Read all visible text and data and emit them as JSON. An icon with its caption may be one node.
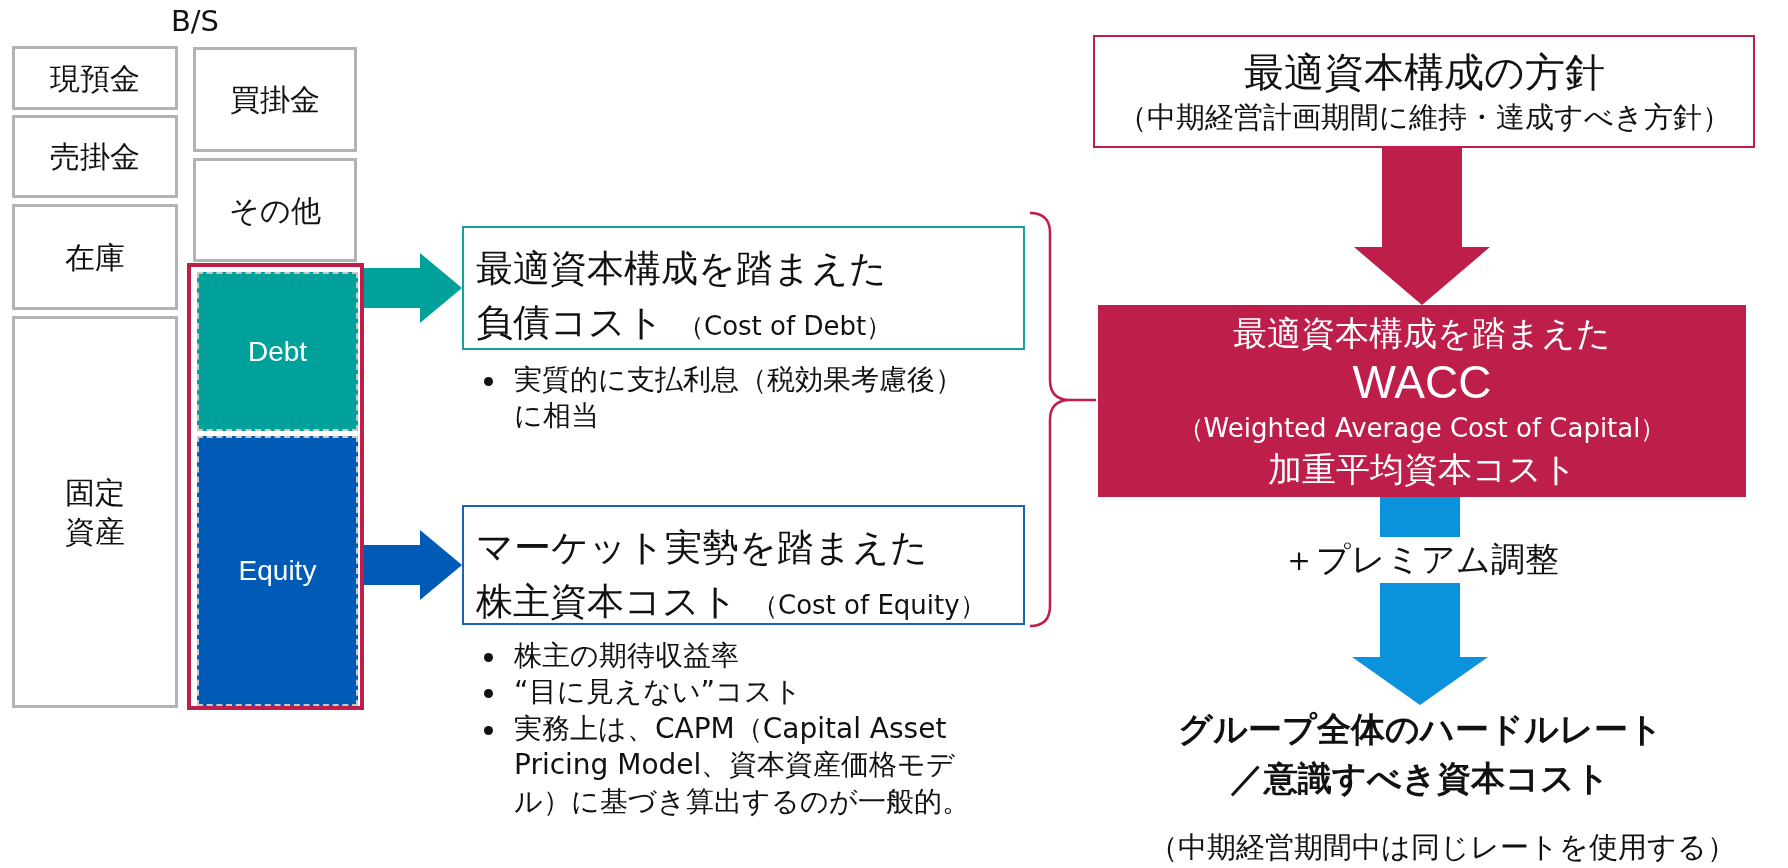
{
  "diagram": {
    "nodes": [
      {
        "text": [
          "現預金"
        ]
      },
      {
        "text": [
          "売掛金"
        ]
      },
      {
        "text": [
          "在庫"
        ]
      },
      {
        "text": [
          "固定資産"
        ]
      },
      {
        "text": [
          "買掛金"
        ]
      },
      {
        "text": [
          "その他"
        ]
      },
      {
        "text": [],
        "shape": "box"
      },
      {
        "text": [
          "Debt"
        ],
        "in": 6
      },
      {
        "text": [
          "Equity"
        ],
        "in": 6
      },
      {
        "text": [
          "最適資本構成を踏まえた負債コスト",
          "（Cost of Debt）"
        ],
        "beside": [
          "実質的に支払利息（税効果考慮後）に相当"
        ]
      },
      {
        "text": [
          "マーケット実勢を踏まえた株主資本コスト",
          "（Cost of Equity）"
        ],
        "beside": [
          "株主の期待収益率",
          "“目に見えない”コスト",
          "実務上は、CAPM（Capital Asset Pricing Model、資本資産価格モデル）に基づき算出するのが一般的。"
        ]
      },
      {
        "text": [
          "最適資本構成の方針",
          "（中期経営計画期間に維持・達成すべき方針）"
        ]
      },
      {
        "text": [
          "最適資本構成を踏まえた",
          "WACC",
          "（Weighted Average Cost of Capital）",
          "加重平均資本コスト"
        ]
      },
      {
        "text": [
          "グループ全体のハードルレート／意識すべき資本コスト"
        ],
        "beside": [
          "（中期経営期間中は同じレートを使用する）"
        ]
      }
    ],
    "edges": [
      {
        "from": 7,
        "to": 9,
        "arrow": "to",
        "color": "#00a19a"
      },
      {
        "from": 8,
        "to": 10,
        "arrow": "to",
        "color": "#005bb7"
      },
      {
        "from": 11,
        "to": 12,
        "arrow": "to",
        "style": "thick",
        "color": "#be1e4a"
      },
      {
        "from": 12,
        "to": 13,
        "arrow": "to",
        "style": "thick",
        "color": "#0a92dc",
        "label": "＋プレミアム調整"
      }
    ],
    "labels": [
      "B/S"
    ]
  }
}
